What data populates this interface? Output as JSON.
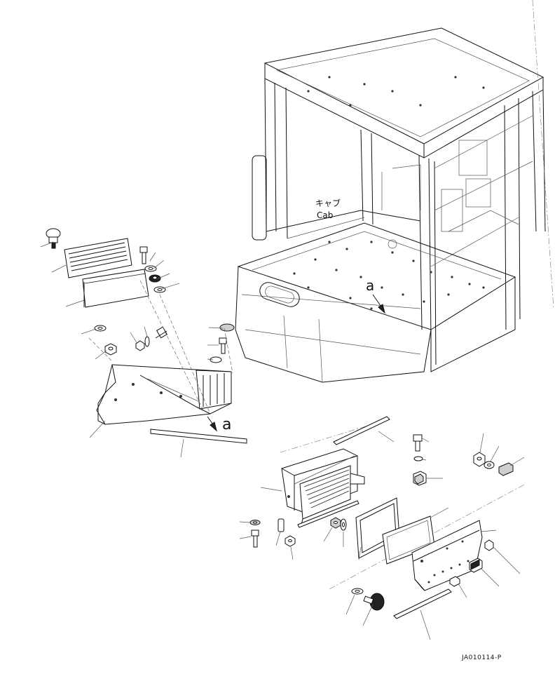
{
  "cab_label": {
    "japanese": "キャブ",
    "english": "Cab"
  },
  "view_marker": {
    "top": "a",
    "bottom": "a"
  },
  "drawing_code": "JA010114-P"
}
